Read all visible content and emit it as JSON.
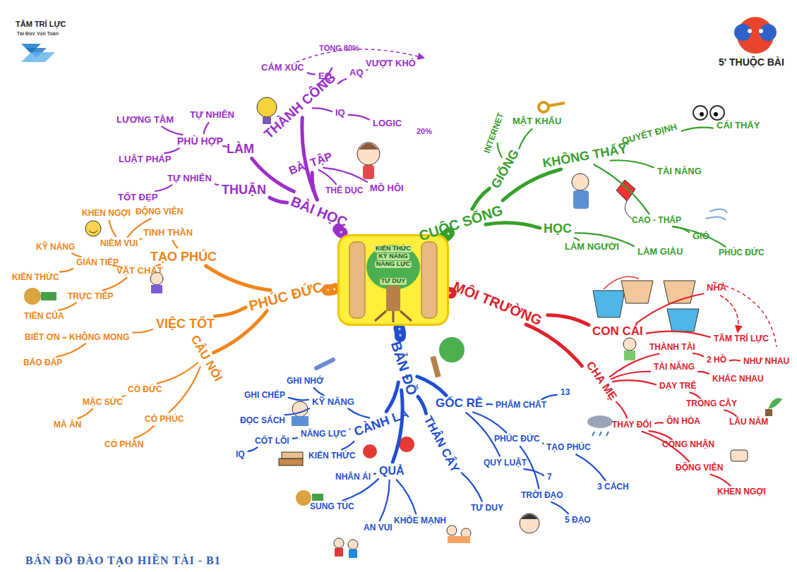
{
  "diagram": {
    "caption": "BẢN ĐỒ ĐÀO TẠO HIỀN TÀI  - B1",
    "nodes": [
      {
        "text": [
          "KIẾN THỨC",
          "KỸ NĂNG",
          "NĂNG LỰC",
          "TƯ DUY"
        ]
      },
      {
        "text": [
          "BÀI HỌC"
        ]
      },
      {
        "text": [
          "THÀNH CÔNG"
        ]
      },
      {
        "text": [
          "EQ"
        ]
      },
      {
        "text": [
          "CẢM XÚC"
        ]
      },
      {
        "text": [
          "AQ"
        ]
      },
      {
        "text": [
          "VƯỢT KHÓ"
        ]
      },
      {
        "text": [
          "IQ"
        ]
      },
      {
        "text": [
          "LOGIC"
        ]
      },
      {
        "text": [
          "LÀM"
        ]
      },
      {
        "text": [
          "PHÙ HỢP"
        ]
      },
      {
        "text": [
          "TỰ NHIÊN"
        ]
      },
      {
        "text": [
          "LƯƠNG TÂM"
        ]
      },
      {
        "text": [
          "LUẬT PHÁP"
        ]
      },
      {
        "text": [
          "BÀI TẬP"
        ]
      },
      {
        "text": [
          "THỂ DỤC"
        ]
      },
      {
        "text": [
          "MỒ HÔI"
        ]
      },
      {
        "text": [
          "THUẬN"
        ]
      },
      {
        "text": [
          "TỰ NHIÊN"
        ]
      },
      {
        "text": [
          "TỐT ĐẸP"
        ]
      },
      {
        "text": [
          "CUỘC SỐNG"
        ]
      },
      {
        "text": [
          "GIỐNG"
        ]
      },
      {
        "text": [
          "INTERNET"
        ]
      },
      {
        "text": [
          "MẬT KHẨU"
        ]
      },
      {
        "text": [
          "KHÔNG THẤY"
        ]
      },
      {
        "text": [
          "QUYẾT ĐỊNH"
        ]
      },
      {
        "text": [
          "CÁI THẤY"
        ]
      },
      {
        "text": [
          "TÀI NĂNG"
        ]
      },
      {
        "text": [
          "CAO - THẤP"
        ]
      },
      {
        "text": [
          "GIÓ"
        ]
      },
      {
        "text": [
          "PHÚC ĐỨC"
        ]
      },
      {
        "text": [
          "HỌC"
        ]
      },
      {
        "text": [
          "LÀM NGƯỜI"
        ]
      },
      {
        "text": [
          "LÀM GIÀU"
        ]
      },
      {
        "text": [
          "MÔI TRƯỜNG"
        ]
      },
      {
        "text": [
          "CON CÁI"
        ]
      },
      {
        "text": [
          "NHÀ"
        ]
      },
      {
        "text": [
          "TÂM TRÍ LỰC"
        ]
      },
      {
        "text": [
          "CHA MẸ"
        ]
      },
      {
        "text": [
          "THÀNH TÀI"
        ]
      },
      {
        "text": [
          "2 HỒ"
        ]
      },
      {
        "text": [
          "NHƯ NHAU"
        ]
      },
      {
        "text": [
          "TÀI NĂNG"
        ]
      },
      {
        "text": [
          "KHÁC NHAU"
        ]
      },
      {
        "text": [
          "DẠY TRẺ"
        ]
      },
      {
        "text": [
          "TRỒNG CÂY"
        ]
      },
      {
        "text": [
          "LÂU NĂM"
        ]
      },
      {
        "text": [
          "THAY ĐỔI"
        ]
      },
      {
        "text": [
          "ÔN HÒA"
        ]
      },
      {
        "text": [
          "CÔNG NHẬN"
        ]
      },
      {
        "text": [
          "ĐỘNG VIÊN"
        ]
      },
      {
        "text": [
          "KHEN NGỢI"
        ]
      },
      {
        "text": [
          "BẢN ĐỒ"
        ]
      },
      {
        "text": [
          "GỐC RỄ"
        ]
      },
      {
        "text": [
          "PHẨM CHẤT"
        ]
      },
      {
        "text": [
          "13"
        ]
      },
      {
        "text": [
          "PHÚC ĐỨC"
        ]
      },
      {
        "text": [
          "TẠO PHÚC"
        ]
      },
      {
        "text": [
          "3 CÁCH"
        ]
      },
      {
        "text": [
          "QUY LUẬT"
        ]
      },
      {
        "text": [
          "7"
        ]
      },
      {
        "text": [
          "TRỜI ĐẠO"
        ]
      },
      {
        "text": [
          "5 ĐẠO"
        ]
      },
      {
        "text": [
          "THÂN CÂY"
        ]
      },
      {
        "text": [
          "TƯ DUY"
        ]
      },
      {
        "text": [
          "CÀNH LÁ"
        ]
      },
      {
        "text": [
          "KỸ NĂNG"
        ]
      },
      {
        "text": [
          "GHI NHỚ"
        ]
      },
      {
        "text": [
          "GHI CHÉP"
        ]
      },
      {
        "text": [
          "ĐỌC SÁCH"
        ]
      },
      {
        "text": [
          "NĂNG LỰC"
        ]
      },
      {
        "text": [
          "CỐT LÕI"
        ]
      },
      {
        "text": [
          "IQ"
        ]
      },
      {
        "text": [
          "KIẾN THỨC"
        ]
      },
      {
        "text": [
          "QUẢ"
        ]
      },
      {
        "text": [
          "NHÂN ÁI"
        ]
      },
      {
        "text": [
          "SUNG TÚC"
        ]
      },
      {
        "text": [
          "AN VUI"
        ]
      },
      {
        "text": [
          "KHỎE MẠNH"
        ]
      },
      {
        "text": [
          "PHÚC ĐỨC"
        ]
      },
      {
        "text": [
          "TẠO PHÚC"
        ]
      },
      {
        "text": [
          "TINH THẦN"
        ]
      },
      {
        "text": [
          "NIỀM VUI"
        ]
      },
      {
        "text": [
          "KHEN NGỢI"
        ]
      },
      {
        "text": [
          "ĐỘNG VIÊN"
        ]
      },
      {
        "text": [
          "VẬT CHẤT"
        ]
      },
      {
        "text": [
          "GIÁN TIẾP"
        ]
      },
      {
        "text": [
          "KỸ NĂNG"
        ]
      },
      {
        "text": [
          "KIẾN THỨC"
        ]
      },
      {
        "text": [
          "TRỰC TIẾP"
        ]
      },
      {
        "text": [
          "TIỀN CỦA"
        ]
      },
      {
        "text": [
          "VIỆC TỐT"
        ]
      },
      {
        "text": [
          "KHÔNG MONG"
        ]
      },
      {
        "text": [
          "BIẾT ƠN"
        ]
      },
      {
        "text": [
          "BÁO ĐÁP"
        ]
      },
      {
        "text": [
          "CÂU NÓI"
        ]
      },
      {
        "text": [
          "CÓ ĐỨC"
        ]
      },
      {
        "text": [
          "MẶC SỨC"
        ]
      },
      {
        "text": [
          "MÀ ĂN"
        ]
      },
      {
        "text": [
          "CÓ PHÚC"
        ]
      },
      {
        "text": [
          "CÓ PHẦN"
        ]
      }
    ],
    "edges": [
      {
        "from": 0,
        "to": 1,
        "arrow": "none"
      },
      {
        "from": 1,
        "to": 2,
        "arrow": "none"
      },
      {
        "from": 2,
        "to": 3,
        "arrow": "none"
      },
      {
        "from": 3,
        "to": 4,
        "arrow": "none"
      },
      {
        "from": 2,
        "to": 5,
        "arrow": "none"
      },
      {
        "from": 5,
        "to": 6,
        "arrow": "none"
      },
      {
        "from": 2,
        "to": 7,
        "arrow": "none"
      },
      {
        "from": 7,
        "to": 8,
        "arrow": "none"
      },
      {
        "from": 1,
        "to": 9,
        "arrow": "none"
      },
      {
        "from": 9,
        "to": 10,
        "arrow": "none"
      },
      {
        "from": 10,
        "to": 11,
        "arrow": "none"
      },
      {
        "from": 10,
        "to": 12,
        "arrow": "none"
      },
      {
        "from": 10,
        "to": 13,
        "arrow": "none"
      },
      {
        "from": 1,
        "to": 14,
        "arrow": "none"
      },
      {
        "from": 14,
        "to": 15,
        "arrow": "none"
      },
      {
        "from": 14,
        "to": 16,
        "arrow": "none"
      },
      {
        "from": 1,
        "to": 17,
        "arrow": "none"
      },
      {
        "from": 17,
        "to": 18,
        "arrow": "none"
      },
      {
        "from": 18,
        "to": 19,
        "arrow": "none"
      },
      {
        "from": 0,
        "to": 20,
        "arrow": "none"
      },
      {
        "from": 20,
        "to": 21,
        "arrow": "none"
      },
      {
        "from": 21,
        "to": 22,
        "arrow": "none"
      },
      {
        "from": 21,
        "to": 23,
        "arrow": "none"
      },
      {
        "from": 20,
        "to": 24,
        "arrow": "none"
      },
      {
        "from": 24,
        "to": 25,
        "arrow": "none"
      },
      {
        "from": 25,
        "to": 26,
        "arrow": "none"
      },
      {
        "from": 24,
        "to": 27,
        "arrow": "none"
      },
      {
        "from": 24,
        "to": 28,
        "arrow": "none"
      },
      {
        "from": 28,
        "to": 29,
        "arrow": "none"
      },
      {
        "from": 28,
        "to": 30,
        "arrow": "none"
      },
      {
        "from": 20,
        "to": 31,
        "arrow": "none"
      },
      {
        "from": 31,
        "to": 32,
        "arrow": "none"
      },
      {
        "from": 31,
        "to": 33,
        "arrow": "none"
      },
      {
        "from": 0,
        "to": 34,
        "arrow": "none"
      },
      {
        "from": 34,
        "to": 35,
        "arrow": "none"
      },
      {
        "from": 35,
        "to": 36,
        "arrow": "none"
      },
      {
        "from": 35,
        "to": 37,
        "arrow": "none"
      },
      {
        "from": 36,
        "to": 37,
        "arrow": "to"
      },
      {
        "from": 34,
        "to": 38,
        "arrow": "none"
      },
      {
        "from": 38,
        "to": 39,
        "arrow": "none"
      },
      {
        "from": 39,
        "to": 40,
        "arrow": "none"
      },
      {
        "from": 40,
        "to": 41,
        "arrow": "none"
      },
      {
        "from": 38,
        "to": 42,
        "arrow": "none"
      },
      {
        "from": 42,
        "to": 43,
        "arrow": "none"
      },
      {
        "from": 38,
        "to": 44,
        "arrow": "none"
      },
      {
        "from": 44,
        "to": 45,
        "arrow": "none"
      },
      {
        "from": 45,
        "to": 46,
        "arrow": "none"
      },
      {
        "from": 38,
        "to": 47,
        "arrow": "none"
      },
      {
        "from": 47,
        "to": 48,
        "arrow": "none"
      },
      {
        "from": 47,
        "to": 49,
        "arrow": "none"
      },
      {
        "from": 47,
        "to": 50,
        "arrow": "none"
      },
      {
        "from": 50,
        "to": 51,
        "arrow": "none"
      },
      {
        "from": 0,
        "to": 52,
        "arrow": "none"
      },
      {
        "from": 52,
        "to": 53,
        "arrow": "none"
      },
      {
        "from": 53,
        "to": 54,
        "arrow": "none"
      },
      {
        "from": 54,
        "to": 55,
        "arrow": "none"
      },
      {
        "from": 53,
        "to": 56,
        "arrow": "none"
      },
      {
        "from": 56,
        "to": 57,
        "arrow": "none"
      },
      {
        "from": 57,
        "to": 58,
        "arrow": "none"
      },
      {
        "from": 53,
        "to": 59,
        "arrow": "none"
      },
      {
        "from": 59,
        "to": 60,
        "arrow": "none"
      },
      {
        "from": 56,
        "to": 61,
        "arrow": "none"
      },
      {
        "from": 61,
        "to": 62,
        "arrow": "none"
      },
      {
        "from": 52,
        "to": 63,
        "arrow": "none"
      },
      {
        "from": 63,
        "to": 64,
        "arrow": "none"
      },
      {
        "from": 52,
        "to": 65,
        "arrow": "none"
      },
      {
        "from": 65,
        "to": 66,
        "arrow": "none"
      },
      {
        "from": 66,
        "to": 67,
        "arrow": "none"
      },
      {
        "from": 66,
        "to": 68,
        "arrow": "none"
      },
      {
        "from": 66,
        "to": 69,
        "arrow": "none"
      },
      {
        "from": 65,
        "to": 70,
        "arrow": "none"
      },
      {
        "from": 70,
        "to": 71,
        "arrow": "none"
      },
      {
        "from": 71,
        "to": 72,
        "arrow": "none"
      },
      {
        "from": 65,
        "to": 73,
        "arrow": "none"
      },
      {
        "from": 52,
        "to": 74,
        "arrow": "none"
      },
      {
        "from": 74,
        "to": 75,
        "arrow": "none"
      },
      {
        "from": 74,
        "to": 76,
        "arrow": "none"
      },
      {
        "from": 74,
        "to": 77,
        "arrow": "none"
      },
      {
        "from": 74,
        "to": 78,
        "arrow": "none"
      },
      {
        "from": 0,
        "to": 79,
        "arrow": "none"
      },
      {
        "from": 79,
        "to": 80,
        "arrow": "none"
      },
      {
        "from": 80,
        "to": 81,
        "arrow": "none"
      },
      {
        "from": 81,
        "to": 82,
        "arrow": "none"
      },
      {
        "from": 82,
        "to": 83,
        "arrow": "none"
      },
      {
        "from": 82,
        "to": 84,
        "arrow": "none"
      },
      {
        "from": 80,
        "to": 85,
        "arrow": "none"
      },
      {
        "from": 85,
        "to": 86,
        "arrow": "none"
      },
      {
        "from": 86,
        "to": 87,
        "arrow": "none"
      },
      {
        "from": 86,
        "to": 88,
        "arrow": "none"
      },
      {
        "from": 85,
        "to": 89,
        "arrow": "none"
      },
      {
        "from": 89,
        "to": 90,
        "arrow": "none"
      },
      {
        "from": 79,
        "to": 91,
        "arrow": "none"
      },
      {
        "from": 91,
        "to": 92,
        "arrow": "none"
      },
      {
        "from": 92,
        "to": 93,
        "arrow": "none"
      },
      {
        "from": 92,
        "to": 94,
        "arrow": "none"
      },
      {
        "from": 79,
        "to": 95,
        "arrow": "none"
      },
      {
        "from": 95,
        "to": 96,
        "arrow": "none"
      },
      {
        "from": 96,
        "to": 97,
        "arrow": "none"
      },
      {
        "from": 97,
        "to": 98,
        "arrow": "none"
      },
      {
        "from": 95,
        "to": 99,
        "arrow": "none"
      },
      {
        "from": 99,
        "to": 100,
        "arrow": "none"
      }
    ],
    "labels": [
      "TÂM TRÍ LỰC",
      "Tài Đức Vẹn Toàn",
      "5' THUỘC BÀI",
      "TỔNG 80%",
      "20%"
    ]
  }
}
